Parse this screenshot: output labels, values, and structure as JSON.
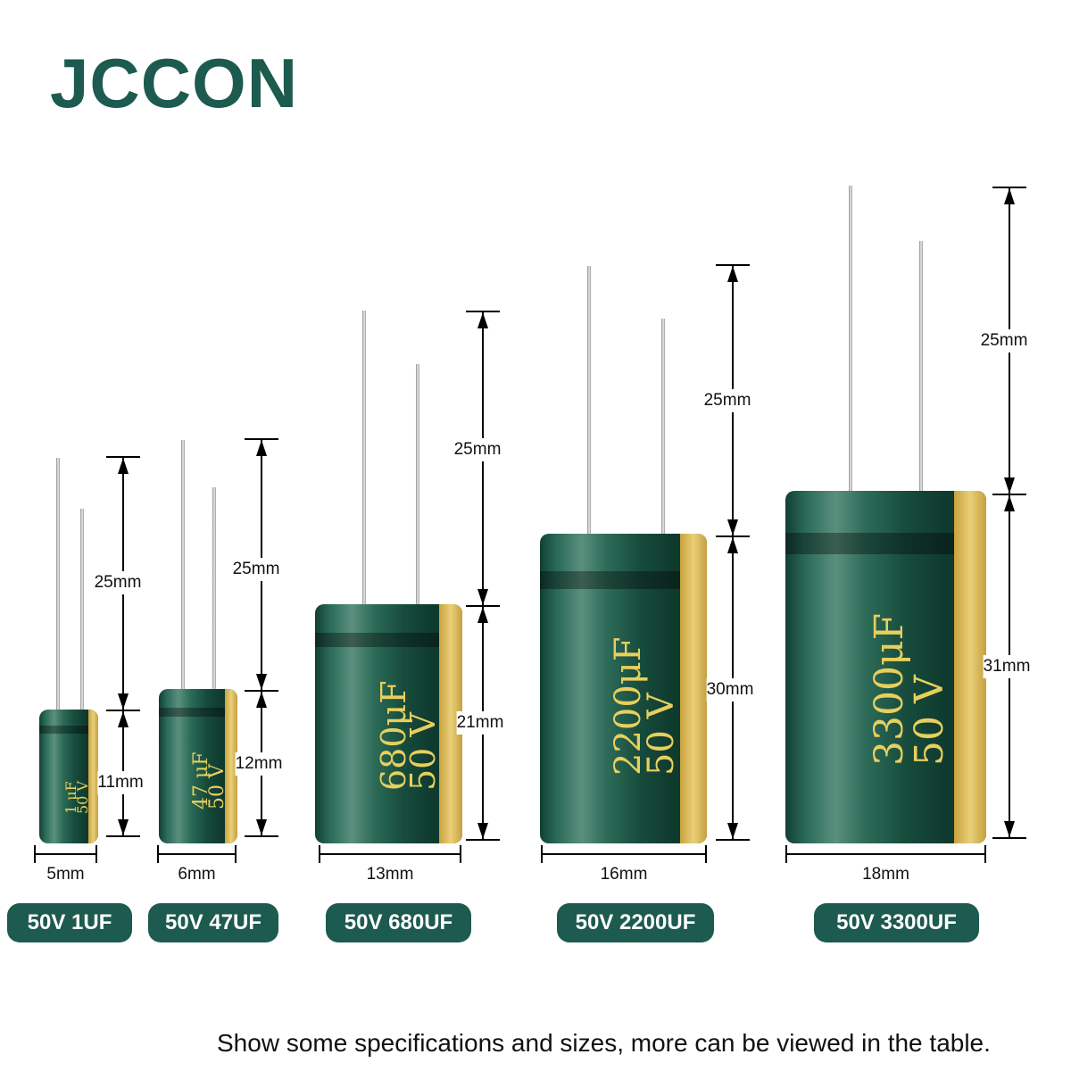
{
  "brand": {
    "logo_text": "JCCON",
    "color": "#1d5a4f"
  },
  "capacitors": [
    {
      "label": "50V 1UF",
      "lead_length": "25mm",
      "body_height": "11mm",
      "diameter": "5mm",
      "marking_capacitance": "1 μF",
      "marking_voltage": "50 V"
    },
    {
      "label": "50V 47UF",
      "lead_length": "25mm",
      "body_height": "12mm",
      "diameter": "6mm",
      "marking_capacitance": "47 μF",
      "marking_voltage": "50 V"
    },
    {
      "label": "50V 680UF",
      "lead_length": "25mm",
      "body_height": "21mm",
      "diameter": "13mm",
      "marking_capacitance": "680μF",
      "marking_voltage": "50 V"
    },
    {
      "label": "50V 2200UF",
      "lead_length": "25mm",
      "body_height": "30mm",
      "diameter": "16mm",
      "marking_capacitance": "2200μF",
      "marking_voltage": "50 V"
    },
    {
      "label": "50V 3300UF",
      "lead_length": "25mm",
      "body_height": "31mm",
      "diameter": "18mm",
      "marking_capacitance": "3300μF",
      "marking_voltage": "50 V"
    }
  ],
  "footer_note": "Show some specifications and sizes, more can be viewed in the table."
}
